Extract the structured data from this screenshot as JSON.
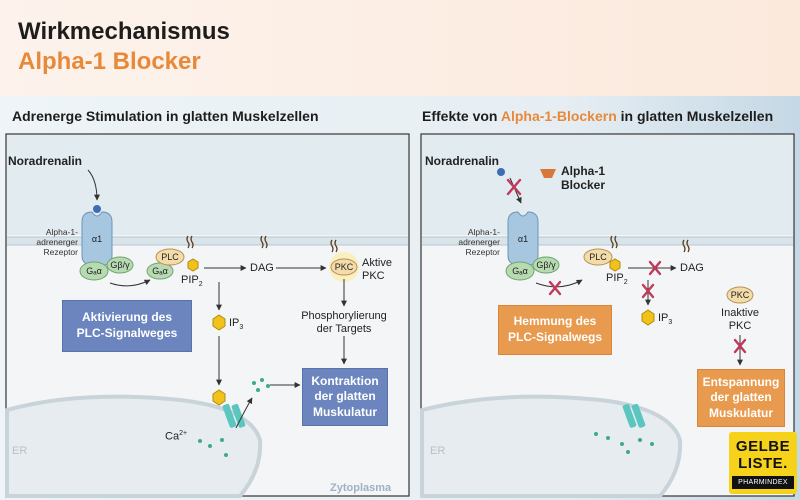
{
  "header": {
    "title": "Wirkmechanismus",
    "subtitle": "Alpha-1 Blocker"
  },
  "colors": {
    "accent": "#e8893a",
    "blue_box": "#6c85bf",
    "orange_box": "#e89a4e",
    "cross": "#c0395a",
    "ip3": "#f2c21b",
    "channel": "#5ac6bf"
  },
  "left": {
    "heading": "Adrenerge Stimulation in glatten Muskelzellen",
    "agonist": "Noradrenalin",
    "receptor_label": "Alpha-1-\nadrenerger\nRezeptor",
    "alpha1": "α1",
    "gq": "Gₐα",
    "gbg": "Gβ/γ",
    "gq2": "Gₐα",
    "plc": "PLC",
    "pip2": "PIP",
    "dag": "DAG",
    "pkc": "PKC",
    "active_pkc": "Aktive\nPKC",
    "ip3": "IP",
    "phos": "Phosphorylierung\nder Targets",
    "box1": "Aktivierung des\nPLC-Signalweges",
    "box2": "Kontraktion\nder glatten\nMuskulatur",
    "ca": "Ca",
    "er": "ER",
    "cyto": "Zytoplasma"
  },
  "right": {
    "heading_pre": "Effekte von ",
    "heading_acc": "Alpha-1-Blockern",
    "heading_post": " in glatten Muskelzellen",
    "agonist": "Noradrenalin",
    "blocker": "Alpha-1\nBlocker",
    "receptor_label": "Alpha-1-\nadrenerger\nRezeptor",
    "alpha1": "α1",
    "gq": "Gₐα",
    "gbg": "Gβ/γ",
    "plc": "PLC",
    "pip2": "PIP",
    "dag": "DAG",
    "pkc": "PKC",
    "inactive_pkc": "Inaktive\nPKC",
    "ip3": "IP",
    "box1": "Hemmung des\nPLC-Signalwegs",
    "box2": "Entspannung\nder glatten\nMuskulatur",
    "er": "ER"
  },
  "logo": {
    "line1": "GELBE",
    "line2": "LISTE.",
    "line3": "PHARMINDEX"
  }
}
